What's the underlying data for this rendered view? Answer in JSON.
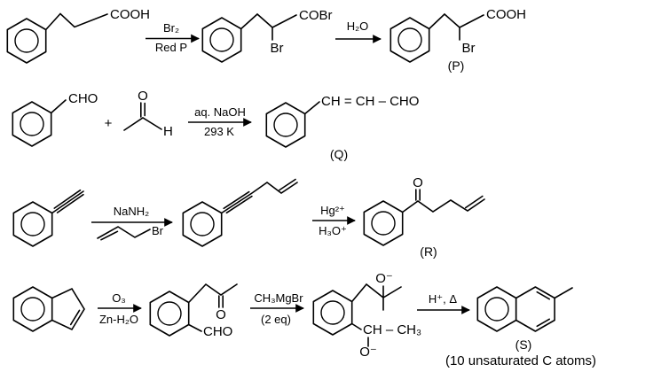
{
  "scheme": {
    "colors": {
      "ink": "#000000",
      "background": "#ffffff"
    },
    "row1": {
      "reactant_cooh": "COOH",
      "step1_reagent_above": "Br₂",
      "step1_reagent_below": "Red P",
      "intermediate_cobr": "COBr",
      "intermediate_br": "Br",
      "step2_reagent_above": "H₂O",
      "product_cooh": "COOH",
      "product_br": "Br",
      "product_tag": "(P)"
    },
    "row2": {
      "reactant1_cho": "CHO",
      "plus_sign": "+",
      "reactant2_o": "O",
      "reactant2_h": "H",
      "step_reagent_above": "aq. NaOH",
      "step_reagent_below": "293 K",
      "product_chain": "CH = CH – CHO",
      "product_tag": "(Q)"
    },
    "row3": {
      "step1_reagent_above": "NaNH₂",
      "step1_reagent_br": "Br",
      "step2_reagent_above": "Hg²⁺",
      "step2_reagent_below": "H₃O⁺",
      "product_o": "O",
      "product_tag": "(R)"
    },
    "row4": {
      "step1_reagent_above": "O₃",
      "step1_reagent_below": "Zn-H₂O",
      "intermediate1_o": "O",
      "intermediate1_cho": "CHO",
      "step2_reagent_above": "CH₃MgBr",
      "step2_reagent_below": "(2 eq)",
      "intermediate2_o_upper": "O⁻",
      "intermediate2_chch3": "CH – CH₃",
      "intermediate2_o_lower": "O⁻",
      "step3_reagent_above": "H⁺, Δ",
      "product_tag": "(S)",
      "product_note": "(10 unsaturated C atoms)"
    }
  }
}
